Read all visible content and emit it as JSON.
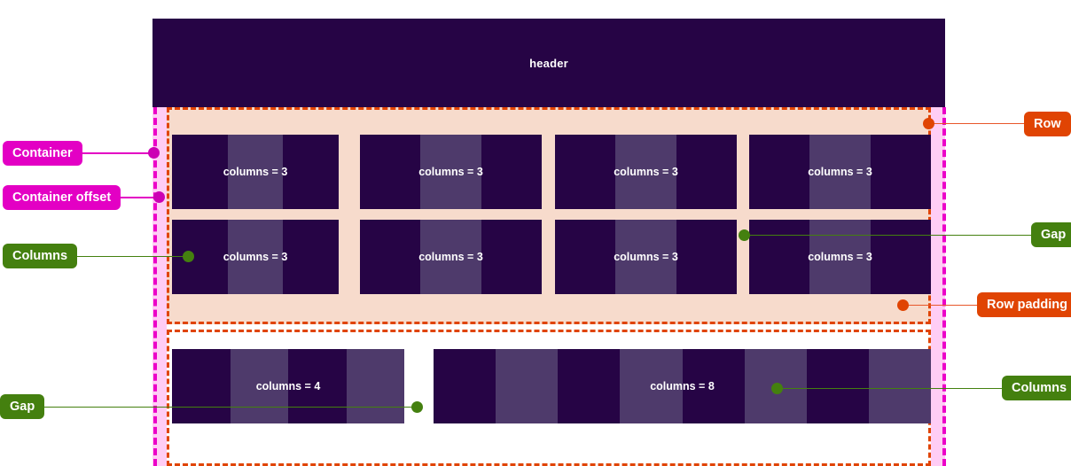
{
  "diagram": {
    "title": "Grid system anatomy diagram",
    "header": {
      "label": "header"
    },
    "colors": {
      "header_bg": "#260445",
      "column_dark": "#260445",
      "column_light": "#4e3a6b",
      "row_bg": "#f7dbcc",
      "row_border": "#e04403",
      "container_band": "#ffcdf5",
      "container_dash": "#ec00c8",
      "callout_magenta": "#e300c4",
      "callout_green": "#44800f",
      "callout_orange": "#e04403",
      "page_bg": "#ffffff",
      "label_text": "#ffffff"
    },
    "rows": [
      {
        "name": "row-top",
        "groups_row_1": [
          {
            "label": "columns = 3",
            "columns": 3
          },
          {
            "label": "columns = 3",
            "columns": 3
          },
          {
            "label": "columns = 3",
            "columns": 3
          },
          {
            "label": "columns = 3",
            "columns": 3
          }
        ],
        "groups_row_2": [
          {
            "label": "columns = 3",
            "columns": 3
          },
          {
            "label": "columns = 3",
            "columns": 3
          },
          {
            "label": "columns = 3",
            "columns": 3
          },
          {
            "label": "columns = 3",
            "columns": 3
          }
        ]
      },
      {
        "name": "row-bottom",
        "groups_row_1": [
          {
            "label": "columns = 4",
            "columns": 4
          },
          {
            "label": "columns = 8",
            "columns": 8
          }
        ]
      }
    ],
    "callouts": [
      {
        "id": "container",
        "label": "Container",
        "color": "magenta",
        "side": "left"
      },
      {
        "id": "container-offset",
        "label": "Container offset",
        "color": "magenta",
        "side": "left"
      },
      {
        "id": "columns-left",
        "label": "Columns",
        "color": "green",
        "side": "left"
      },
      {
        "id": "gap-left",
        "label": "Gap",
        "color": "green",
        "side": "left"
      },
      {
        "id": "row",
        "label": "Row",
        "color": "orange",
        "side": "right"
      },
      {
        "id": "gap-right",
        "label": "Gap",
        "color": "green",
        "side": "right"
      },
      {
        "id": "row-padding",
        "label": "Row padding",
        "color": "orange",
        "side": "right"
      },
      {
        "id": "columns-right",
        "label": "Columns",
        "color": "green",
        "side": "right"
      }
    ]
  }
}
